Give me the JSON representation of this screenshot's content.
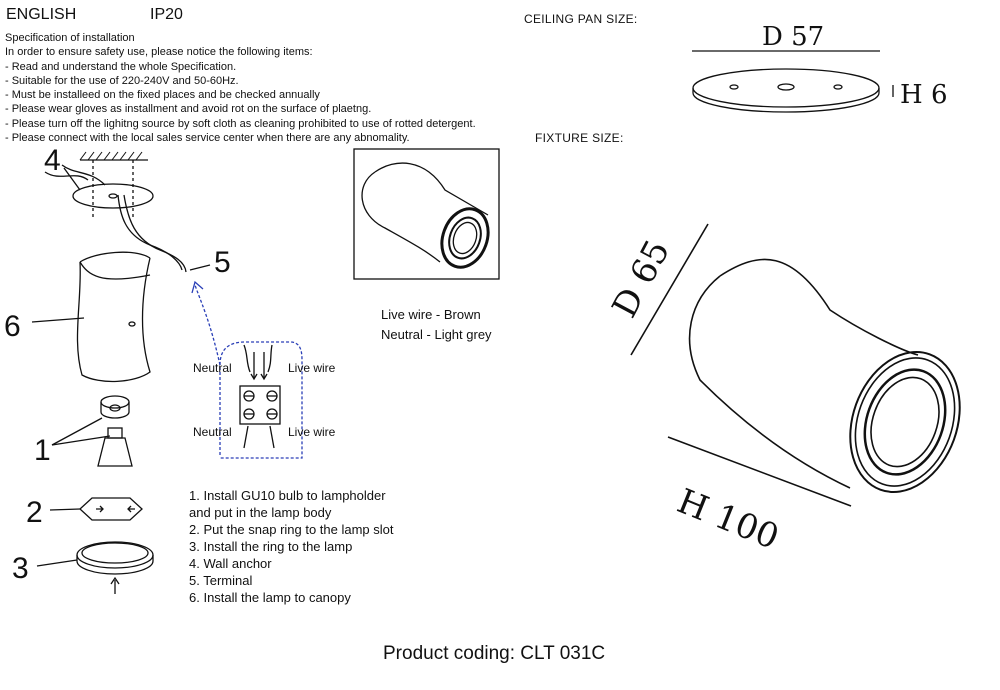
{
  "header": {
    "language": "ENGLISH",
    "ip_rating": "IP20"
  },
  "spec": {
    "title": "Specification of installation",
    "lines": [
      "In order to ensure safety use, please notice the following items:",
      "- Read and understand the whole Specification.",
      "- Suitable for the use of 220-240V and 50-60Hz.",
      "- Must be installeed on the fixed places and be checked annually",
      "- Please wear gloves as installment and avoid rot on the surface of plaetng.",
      "- Please turn off the lighitng source by soft cloth as cleaning prohibited to use of rotted detergent.",
      "- Please connect with the local sales service center when there are any abnomality."
    ]
  },
  "ceiling_pan": {
    "label": "CEILING PAN  SIZE:",
    "diameter": "D 57",
    "height": "H 6"
  },
  "fixture": {
    "label": "FIXTURE SIZE:",
    "diameter": "D 65",
    "height": "H 100"
  },
  "wiring": {
    "legend": [
      "Live wire - Brown",
      "Neutral - Light grey"
    ],
    "neutral_top": "Neutral",
    "live_top": "Live wire",
    "neutral_bottom": "Neutral",
    "live_bottom": "Live wire"
  },
  "callouts": {
    "n1": "1",
    "n2": "2",
    "n3": "3",
    "n4": "4",
    "n5": "5",
    "n6": "6"
  },
  "steps": [
    "1.  Install  GU10  bulb  to  lampholder",
    "and put in the lamp body",
    "2. Put the snap ring to the lamp slot",
    "3. Install the ring to the lamp",
    "4. Wall anchor",
    "5. Terminal",
    "6. Install the lamp to canopy"
  ],
  "footer": {
    "product_coding": "Product coding: CLT 031C"
  }
}
